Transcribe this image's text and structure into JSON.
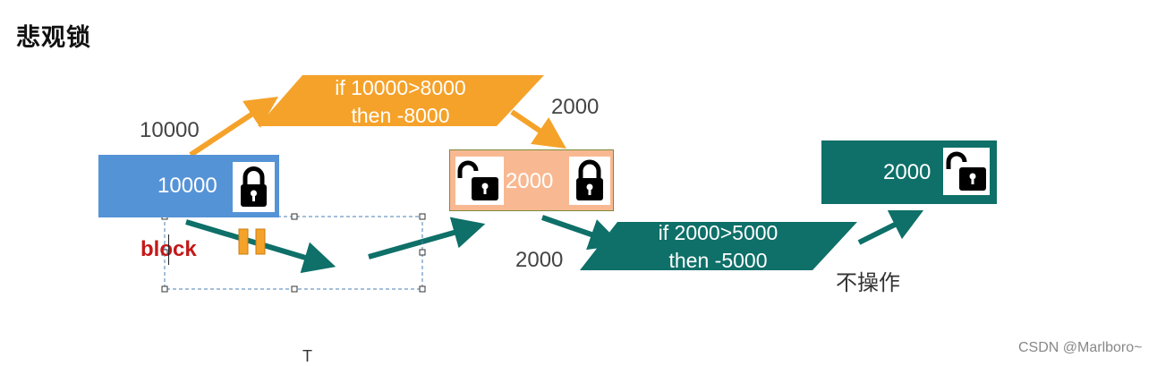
{
  "title": "悲观锁",
  "colors": {
    "blue": "#5593d7",
    "orange": "#f5a22a",
    "teal": "#0e7068",
    "salmon": "#f8b992",
    "red": "#c41818"
  },
  "labels": {
    "start_arrow_value": "10000",
    "after_orange_value": "2000",
    "after_salmon_value": "2000",
    "no_op": "不操作",
    "block": "block",
    "cursor": "T"
  },
  "boxes": {
    "account_start": {
      "value": "10000",
      "lock": "locked"
    },
    "account_mid": {
      "value": "2000",
      "locks": [
        "unlocked",
        "locked"
      ]
    },
    "account_end": {
      "value": "2000",
      "lock": "unlocked"
    }
  },
  "conditions": {
    "orange": {
      "line1": "if 10000>8000",
      "line2": "then -8000"
    },
    "teal": {
      "line1": "if 2000>5000",
      "line2": "then -5000"
    }
  },
  "watermark": "CSDN @Marlboro~",
  "icons": [
    "lock-icon",
    "unlock-icon",
    "pause-icon",
    "arrow-icon"
  ]
}
